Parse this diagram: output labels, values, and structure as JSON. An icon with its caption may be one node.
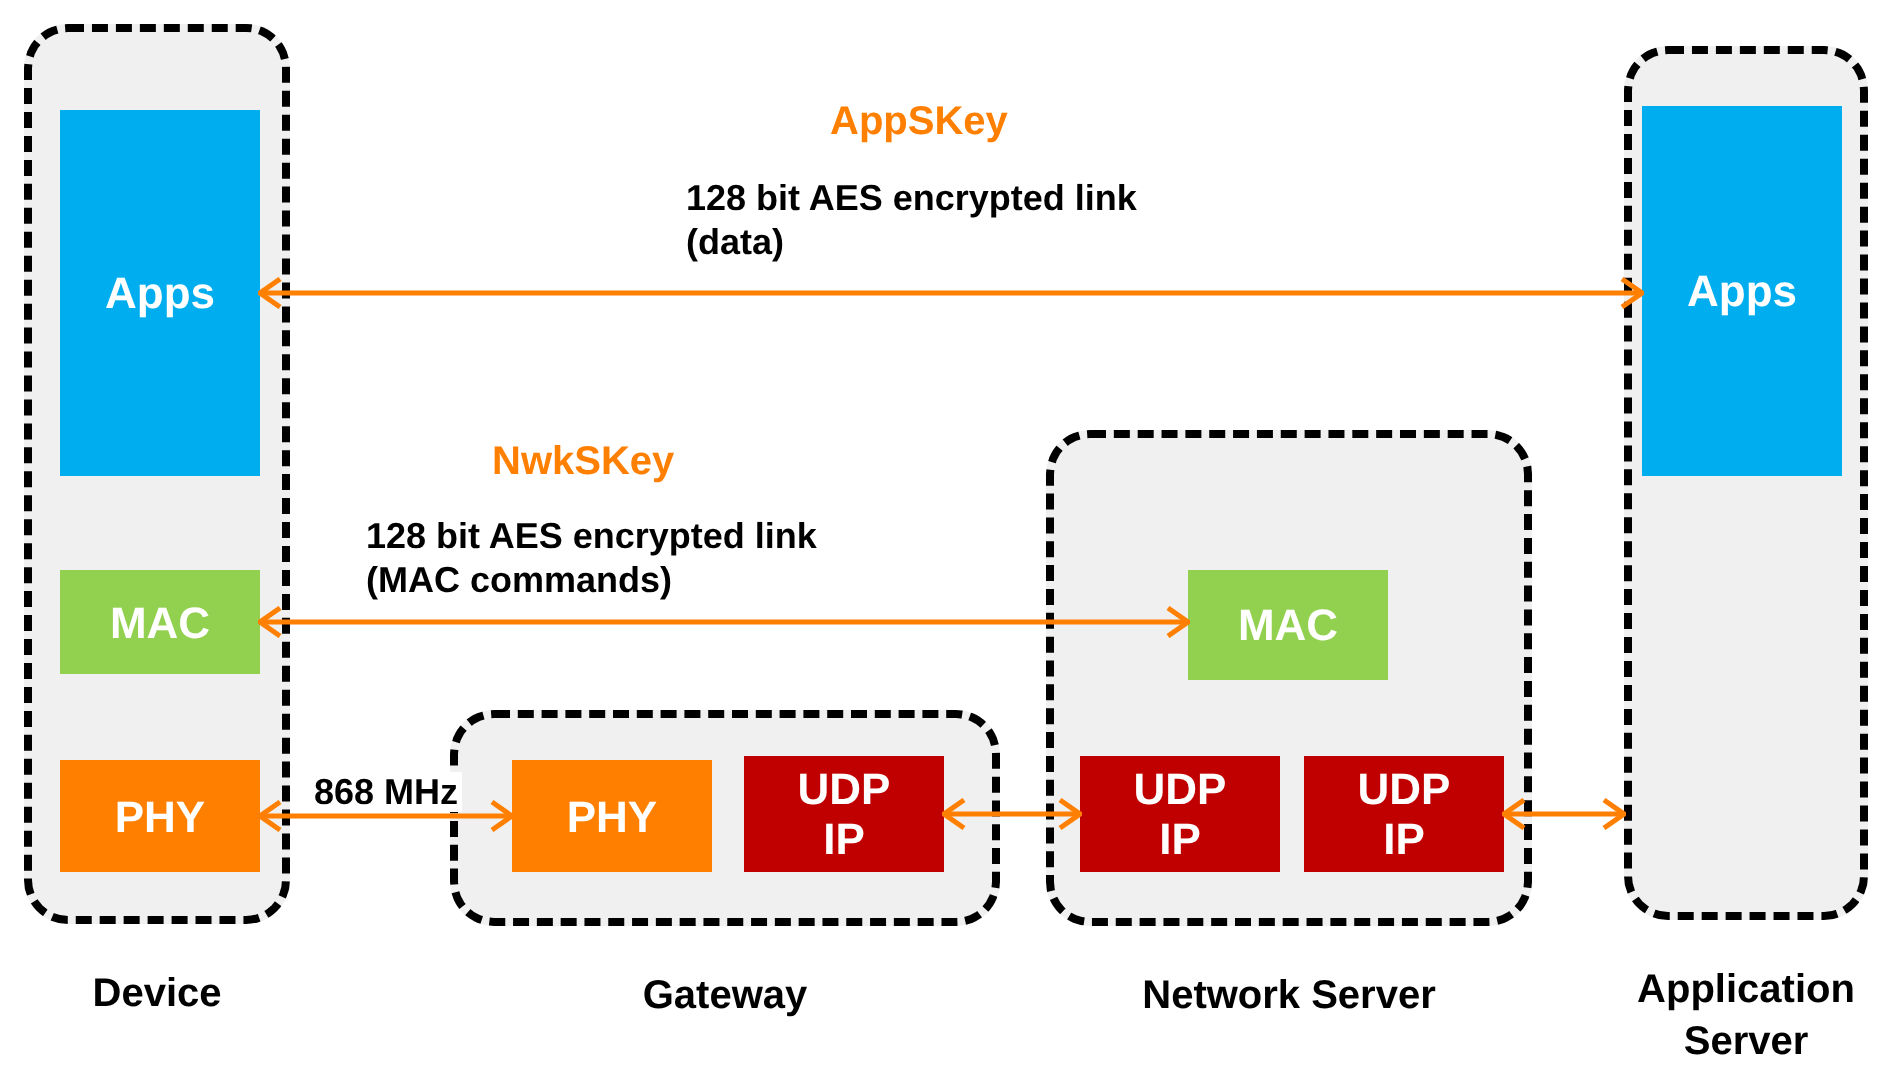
{
  "diagram": {
    "nodes": [
      {
        "text": [
          "Device"
        ]
      },
      {
        "text": [
          "Apps"
        ],
        "in": 0
      },
      {
        "text": [
          "MAC"
        ],
        "in": 0
      },
      {
        "text": [
          "PHY"
        ],
        "in": 0
      },
      {
        "text": [
          "Gateway"
        ]
      },
      {
        "text": [
          "PHY"
        ],
        "in": 4
      },
      {
        "text": [
          "UDP IP"
        ],
        "in": 4
      },
      {
        "text": [
          "Network Server"
        ]
      },
      {
        "text": [
          "MAC"
        ],
        "in": 7
      },
      {
        "text": [
          "UDP IP"
        ],
        "in": 7
      },
      {
        "text": [
          "UDP IP"
        ],
        "in": 7
      },
      {
        "text": [
          "Application Server"
        ]
      },
      {
        "text": [
          "Apps"
        ],
        "in": 11
      }
    ],
    "edges": [
      {
        "from": 1,
        "to": 12,
        "arrow": "both"
      },
      {
        "from": 2,
        "to": 8,
        "arrow": "both"
      },
      {
        "from": 3,
        "to": 5,
        "arrow": "both",
        "label": "868 MHz"
      },
      {
        "from": 6,
        "to": 9,
        "arrow": "both"
      },
      {
        "from": 10,
        "to": 11,
        "arrow": "both"
      }
    ],
    "labels": [
      "AppSKey",
      "128 bit AES encrypted link (data)",
      "NwkSKey",
      "128 bit AES encrypted link (MAC commands)"
    ]
  }
}
